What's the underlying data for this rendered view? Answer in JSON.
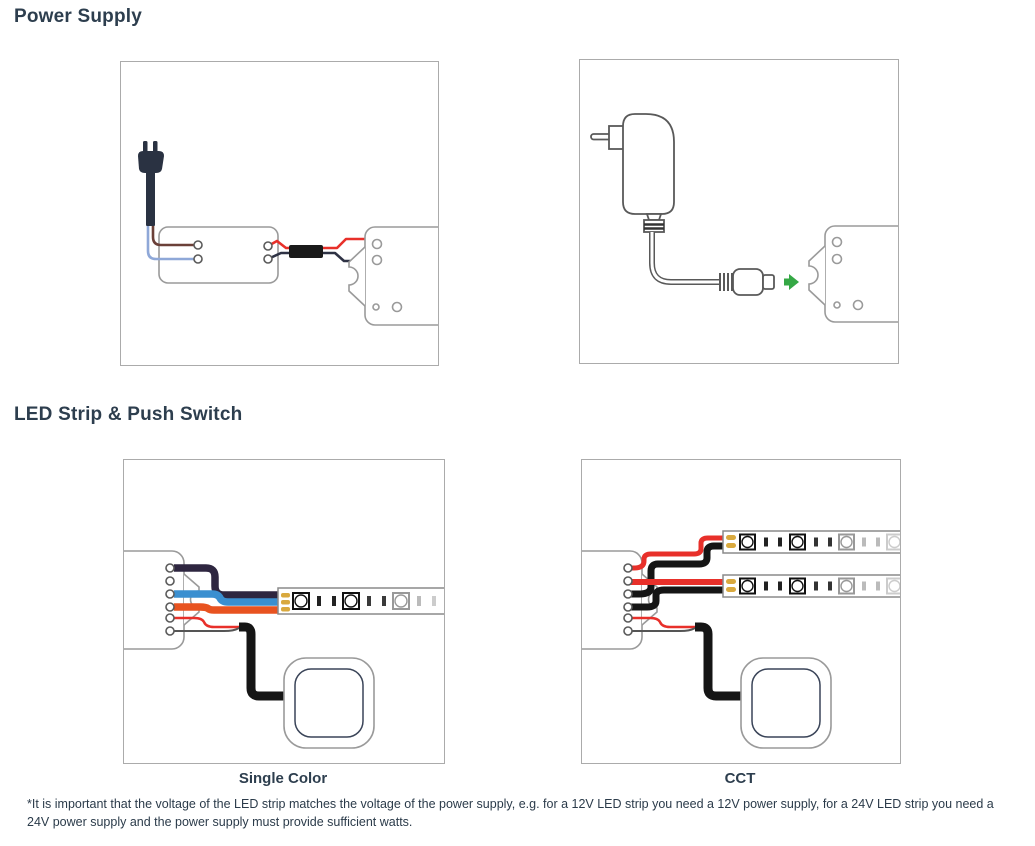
{
  "section1": {
    "title": "Power Supply"
  },
  "section2": {
    "title": "LED Strip & Push Switch"
  },
  "captions": {
    "single_color": "Single Color",
    "cct": "CCT"
  },
  "footnote": "*It is important that the voltage of the LED strip matches the voltage of the power supply, e.g. for a 12V LED strip you need a 12V power supply, for a 24V LED strip you need a 24V power supply and the power supply must provide sufficient watts.",
  "diagrams": {
    "hardwired_psu": "mains plug wired to power supply unit, output wires through connector sleeve into LED controller",
    "adapter_psu": "wall plug adapter with DC barrel connector plugging into LED controller",
    "single_color": "controller wired to single color LED strip and push switch",
    "cct": "controller wired to two CCT LED strips and push switch"
  },
  "colors": {
    "heading": "#2d3e4e",
    "wire_red": "#e8302a",
    "wire_black": "#151515",
    "wire_dark_navy": "#2e2640",
    "wire_navy": "#2e3244",
    "wire_blue": "#3a8fd0",
    "wire_orange": "#e85320",
    "wire_brown": "#6b4038",
    "wire_light_blue": "#8fa8d8",
    "solder_pad_gold": "#d9a93e",
    "arrow_green": "#35a845",
    "plug_body": "#2a3242",
    "outline_gray": "#9a9a9a",
    "frame_border": "#ababab"
  }
}
